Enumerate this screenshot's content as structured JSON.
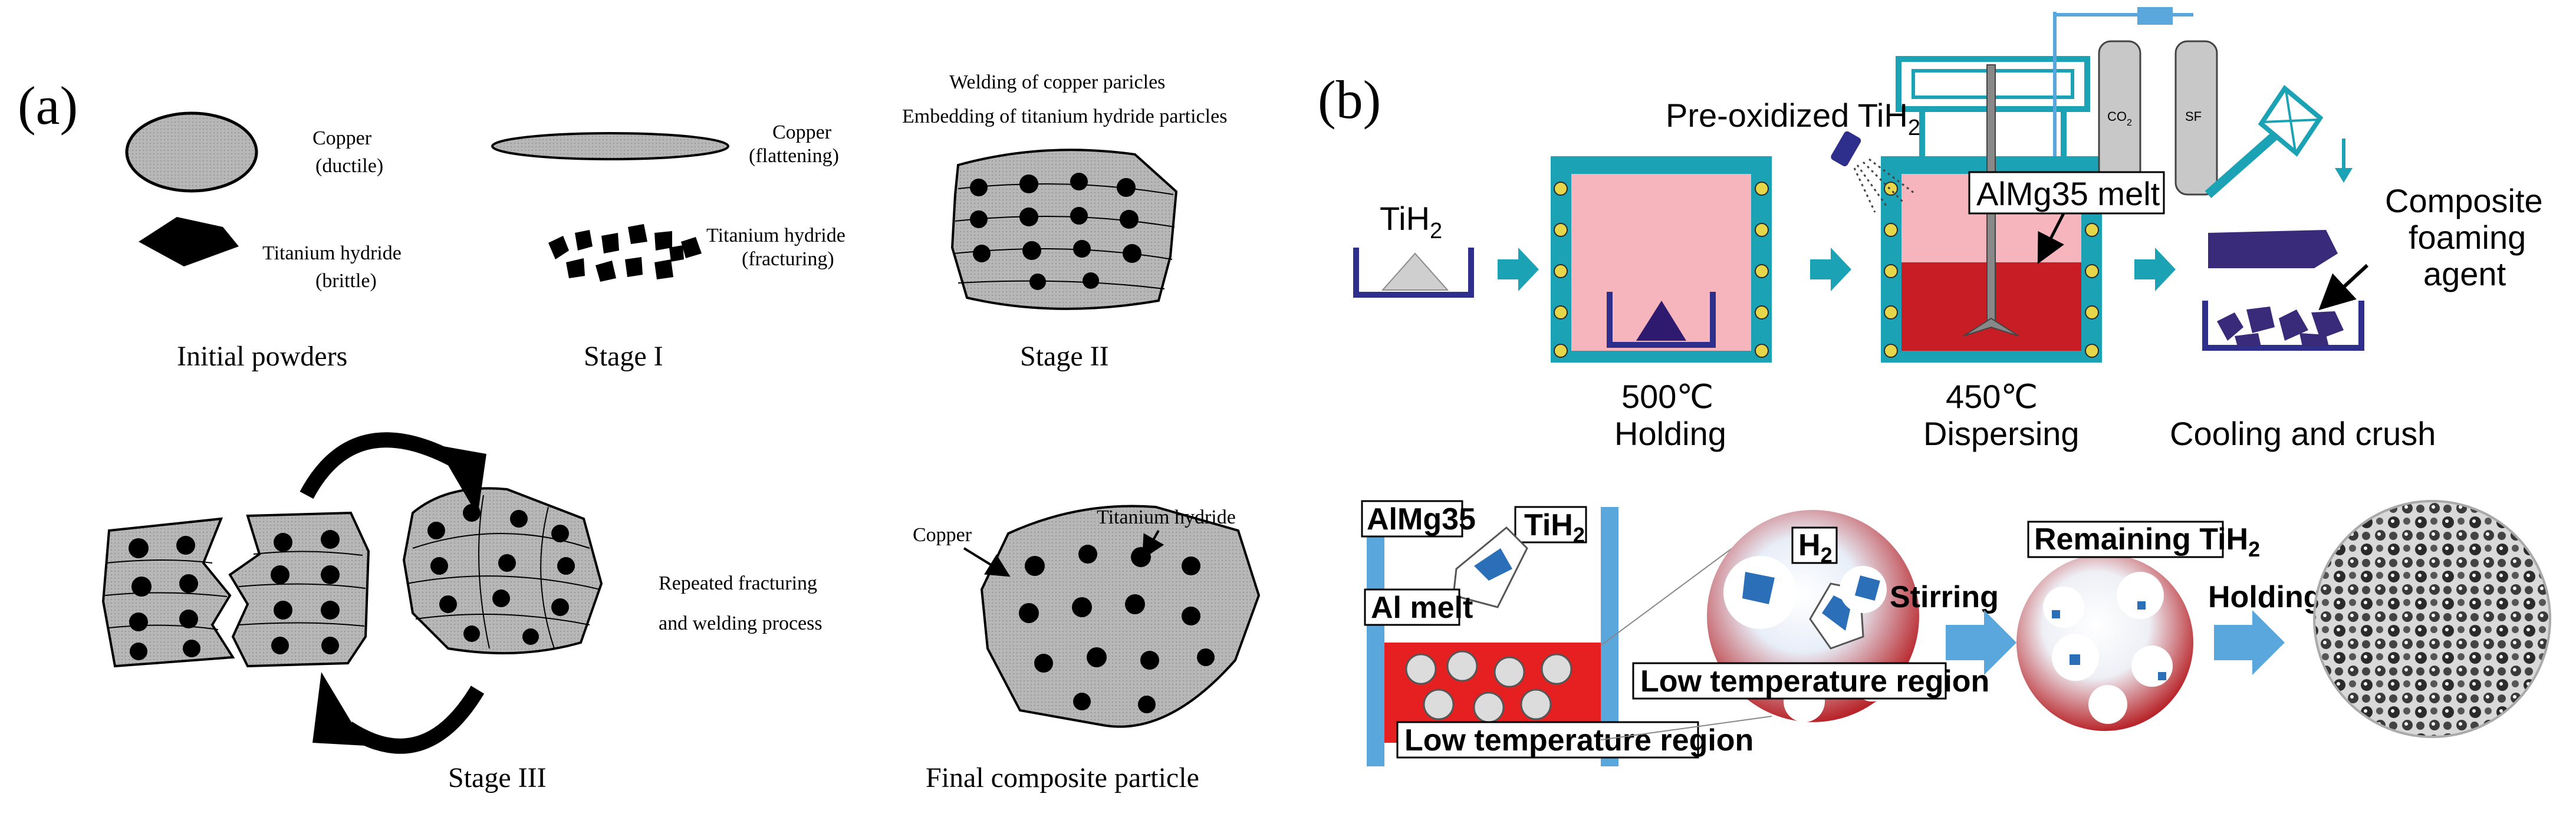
{
  "panel_a": {
    "label": "(a)",
    "initial": {
      "copper": "Copper",
      "copper_note": "(ductile)",
      "tih": "Titanium hydride",
      "tih_note": "(brittle)",
      "caption": "Initial powders"
    },
    "stage1": {
      "copper": "Copper",
      "copper_note": "(flattening)",
      "tih": "Titanium hydride",
      "tih_note": "(fracturing)",
      "caption": "Stage I"
    },
    "stage2": {
      "line1": "Welding of copper paricles",
      "line2": "Embedding of titanium hydride particles",
      "caption": "Stage II"
    },
    "stage3": {
      "line1": "Repeated fracturing",
      "line2": "and welding process",
      "caption": "Stage III"
    },
    "final": {
      "copper": "Copper",
      "tih": "Titanium hydride",
      "caption": "Final composite particle"
    }
  },
  "panel_b": {
    "label": "(b)",
    "tih2": "TiH",
    "sub2": "2",
    "preox": "Pre-oxidized TiH",
    "melt": "AlMg35 melt",
    "co2": "CO",
    "sf": "SF",
    "temp1": "500℃",
    "step1": "Holding",
    "temp2": "450℃",
    "step2": "Dispersing",
    "step3": "Cooling and crush",
    "agent1": "Composite",
    "agent2": "foaming",
    "agent3": "agent",
    "almg35": "AlMg35",
    "al_melt": "Al melt",
    "low_temp": "Low temperature region",
    "h2": "H",
    "stirring": "Stirring",
    "remaining": "Remaining TiH",
    "holding": "Holding"
  },
  "colors": {
    "copper_gray": "#b3b3b3",
    "teal": "#1ba3b5",
    "navy": "#2e2e8c",
    "pink": "#f6b5bd",
    "melt_red": "#c81d25",
    "arrow_blue": "#5aa7dd",
    "black": "#000000"
  }
}
